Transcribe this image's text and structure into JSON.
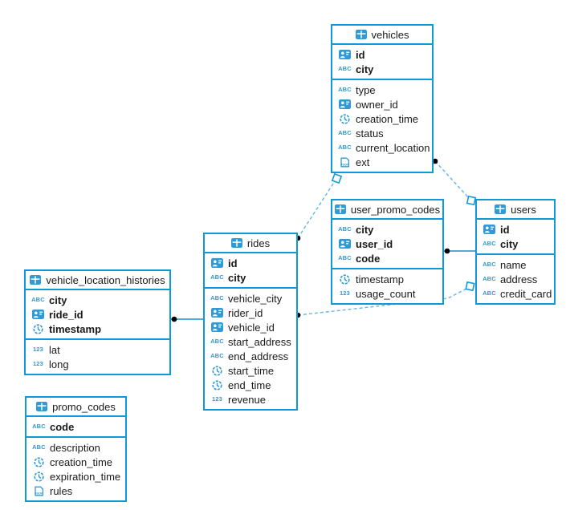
{
  "diagram": {
    "colors": {
      "table_border": "#0f99d9",
      "icon_blue": "#2f9ad6",
      "dashed_line": "#6ab9e6",
      "solid_line": "#1b8fc9",
      "marker_dot": "#000000",
      "text": "#1a1a1a"
    },
    "type_icons": {
      "uuid": "id-badge-icon",
      "string": "abc-icon",
      "timestamp": "clock-icon",
      "number": "123-icon",
      "json": "json-icon"
    },
    "tables": [
      {
        "name": "vehicles",
        "columns": [
          {
            "name": "id",
            "type": "uuid",
            "pk": true
          },
          {
            "name": "city",
            "type": "string",
            "pk": true
          },
          {
            "name": "type",
            "type": "string",
            "pk": false
          },
          {
            "name": "owner_id",
            "type": "uuid",
            "pk": false
          },
          {
            "name": "creation_time",
            "type": "timestamp",
            "pk": false
          },
          {
            "name": "status",
            "type": "string",
            "pk": false
          },
          {
            "name": "current_location",
            "type": "string",
            "pk": false
          },
          {
            "name": "ext",
            "type": "json",
            "pk": false
          }
        ]
      },
      {
        "name": "user_promo_codes",
        "columns": [
          {
            "name": "city",
            "type": "string",
            "pk": true
          },
          {
            "name": "user_id",
            "type": "uuid",
            "pk": true
          },
          {
            "name": "code",
            "type": "string",
            "pk": true
          },
          {
            "name": "timestamp",
            "type": "timestamp",
            "pk": false
          },
          {
            "name": "usage_count",
            "type": "number",
            "pk": false
          }
        ]
      },
      {
        "name": "users",
        "columns": [
          {
            "name": "id",
            "type": "uuid",
            "pk": true
          },
          {
            "name": "city",
            "type": "string",
            "pk": true
          },
          {
            "name": "name",
            "type": "string",
            "pk": false
          },
          {
            "name": "address",
            "type": "string",
            "pk": false
          },
          {
            "name": "credit_card",
            "type": "string",
            "pk": false
          }
        ]
      },
      {
        "name": "rides",
        "columns": [
          {
            "name": "id",
            "type": "uuid",
            "pk": true
          },
          {
            "name": "city",
            "type": "string",
            "pk": true
          },
          {
            "name": "vehicle_city",
            "type": "string",
            "pk": false
          },
          {
            "name": "rider_id",
            "type": "uuid",
            "pk": false
          },
          {
            "name": "vehicle_id",
            "type": "uuid",
            "pk": false
          },
          {
            "name": "start_address",
            "type": "string",
            "pk": false
          },
          {
            "name": "end_address",
            "type": "string",
            "pk": false
          },
          {
            "name": "start_time",
            "type": "timestamp",
            "pk": false
          },
          {
            "name": "end_time",
            "type": "timestamp",
            "pk": false
          },
          {
            "name": "revenue",
            "type": "number",
            "pk": false
          }
        ]
      },
      {
        "name": "vehicle_location_histories",
        "columns": [
          {
            "name": "city",
            "type": "string",
            "pk": true
          },
          {
            "name": "ride_id",
            "type": "uuid",
            "pk": true
          },
          {
            "name": "timestamp",
            "type": "timestamp",
            "pk": true
          },
          {
            "name": "lat",
            "type": "number",
            "pk": false
          },
          {
            "name": "long",
            "type": "number",
            "pk": false
          }
        ]
      },
      {
        "name": "promo_codes",
        "columns": [
          {
            "name": "code",
            "type": "string",
            "pk": true
          },
          {
            "name": "description",
            "type": "string",
            "pk": false
          },
          {
            "name": "creation_time",
            "type": "timestamp",
            "pk": false
          },
          {
            "name": "expiration_time",
            "type": "timestamp",
            "pk": false
          },
          {
            "name": "rules",
            "type": "json",
            "pk": false
          }
        ]
      }
    ],
    "relations": [
      {
        "from": "rides",
        "to": "vehicles",
        "style": "dashed"
      },
      {
        "from": "vehicles",
        "to": "users",
        "style": "dashed"
      },
      {
        "from": "rides",
        "to": "users",
        "style": "dashed"
      },
      {
        "from": "vehicle_location_histories",
        "to": "rides",
        "style": "solid"
      },
      {
        "from": "user_promo_codes",
        "to": "users",
        "style": "solid"
      }
    ]
  }
}
